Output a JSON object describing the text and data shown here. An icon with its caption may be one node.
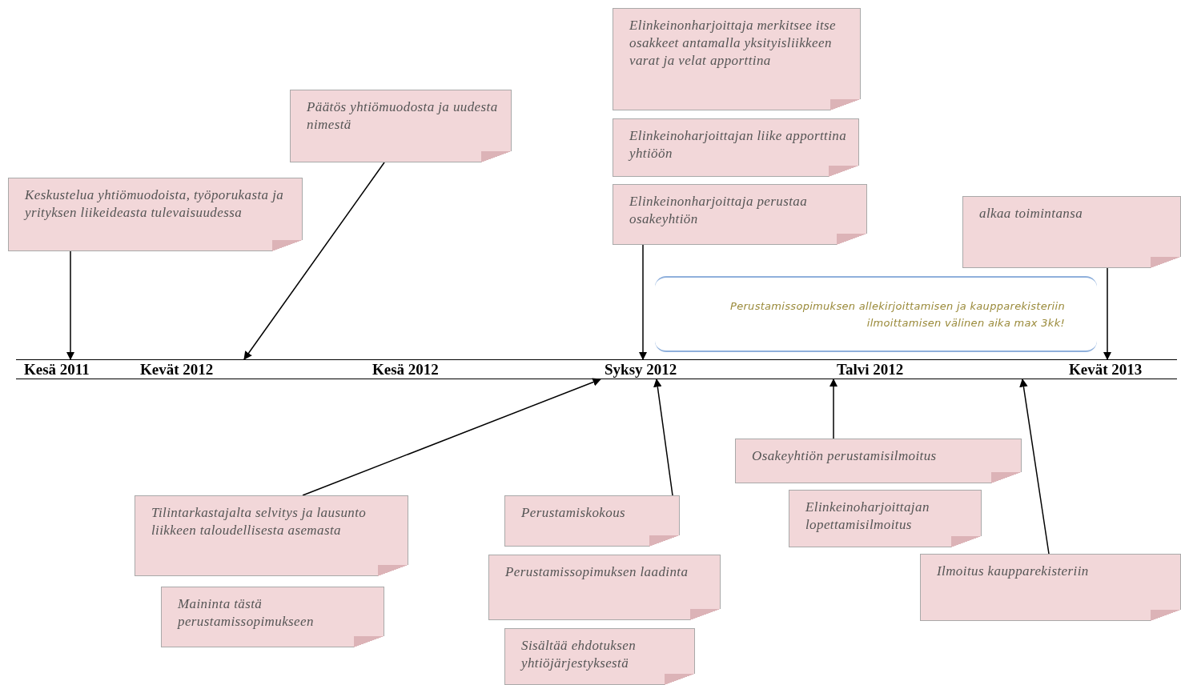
{
  "diagram": {
    "nodes": [
      {
        "text": [
          "Keskustelua yhtiömuodoista, työporukasta ja yrityksen liikeideasta tulevaisuudessa"
        ]
      },
      {
        "text": [
          "Päätös yhtiömuodosta ja uudesta nimestä"
        ]
      },
      {
        "text": [
          "Elinkeinonharjoittaja merkitsee itse osakkeet antamalla yksityisliikkeen varat ja velat apporttina"
        ]
      },
      {
        "text": [
          "Elinkeinoharjoittajan liike apporttina yhtiöön"
        ]
      },
      {
        "text": [
          "Elinkeinonharjoittaja perustaa osakeyhtiön"
        ]
      },
      {
        "text": [
          "alkaa toimintansa"
        ]
      },
      {
        "text": [
          "Perustamissopimuksen allekirjoittamisen ja kaupparekisteriin ilmoittamisen välinen aika max 3kk!"
        ]
      },
      {
        "text": [],
        "shape": "bar"
      },
      {
        "text": [
          "Tilintarkastajalta selvitys ja lausunto liikkeen taloudellisesta asemasta"
        ]
      },
      {
        "text": [
          "Maininta tästä perustamissopimukseen"
        ]
      },
      {
        "text": [
          "Perustamiskokous"
        ]
      },
      {
        "text": [
          "Perustamissopimuksen laadinta"
        ]
      },
      {
        "text": [
          "Sisältää ehdotuksen yhtiöjärjestyksestä"
        ]
      },
      {
        "text": [
          "Osakeyhtiön perustamisilmoitus"
        ]
      },
      {
        "text": [
          "Elinkeinoharjoittajan lopettamisilmoitus"
        ]
      },
      {
        "text": [
          "Ilmoitus kaupparekisteriin"
        ]
      }
    ],
    "edges": [
      {
        "from": 0,
        "to": 7,
        "arrow": "to"
      },
      {
        "from": 1,
        "to": 7,
        "arrow": "to"
      },
      {
        "from": 4,
        "to": 7,
        "arrow": "to"
      },
      {
        "from": 5,
        "to": 7,
        "arrow": "to"
      },
      {
        "from": 8,
        "to": 7,
        "arrow": "to"
      },
      {
        "from": 10,
        "to": 7,
        "arrow": "to"
      },
      {
        "from": 13,
        "to": 7,
        "arrow": "to"
      },
      {
        "from": 15,
        "to": 7,
        "arrow": "to"
      }
    ],
    "labels": [
      "Kesä 2011",
      "Kevät 2012",
      "Kesä 2012",
      "Syksy 2012",
      "Talvi 2012",
      "Kevät 2013"
    ]
  }
}
